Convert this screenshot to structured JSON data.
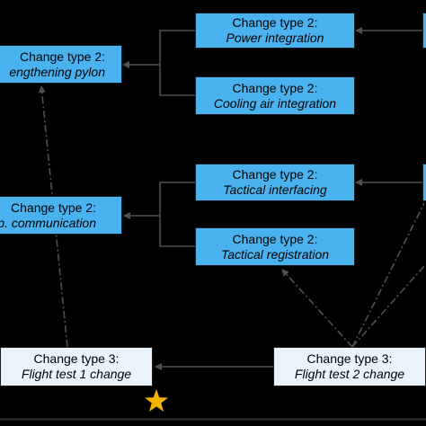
{
  "nodes": {
    "power": {
      "line1": "Change type 2:",
      "line2": "Power integration"
    },
    "cooling": {
      "line1": "Change type 2:",
      "line2": "Cooling air integration"
    },
    "pylon": {
      "line1": "Change type 2:",
      "line2": "engthening pylon"
    },
    "tactical_interfacing": {
      "line1": "Change type 2:",
      "line2": "Tactical interfacing"
    },
    "tactical_registration": {
      "line1": "Change type 2:",
      "line2": "Tactical registration"
    },
    "communication": {
      "line1": "Change type 2:",
      "line2": "ip. communication"
    },
    "flight1": {
      "line1": "Change type 3:",
      "line2": "Flight test 1 change"
    },
    "flight2": {
      "line1": "Change type 3:",
      "line2": "Flight test 2 change"
    }
  },
  "colors": {
    "box_fill": "#4ab3ef",
    "box_fill_light": "#e8f3fb",
    "connector": "#505050",
    "star": "#f5b400",
    "background": "#000000"
  },
  "icons": {
    "milestone": "star-icon"
  }
}
